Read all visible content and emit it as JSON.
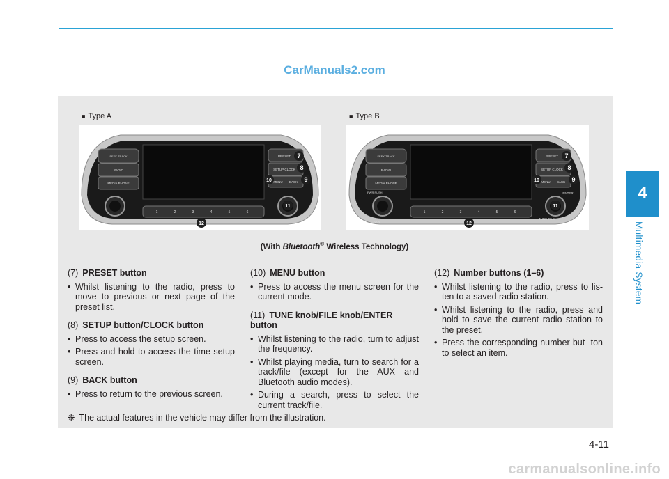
{
  "watermark_top": "CarManuals2.com",
  "watermark_bottom": "carmanualsonline.info",
  "chapter": {
    "number": "4",
    "title": "Multimedia System"
  },
  "figures": {
    "type_a": "Type A",
    "type_b": "Type B",
    "caption_prefix": "(With ",
    "caption_italic": "Bluetooth",
    "caption_reg": "®",
    "caption_suffix": " Wireless Technology)",
    "unit_labels": {
      "seek_track": "SEEK TRACK",
      "radio": "RADIO",
      "media_phone": "MEDIA PHONE",
      "preset": "PRESET",
      "setup": "SETUP CLOCK",
      "menu": "MENU",
      "back": "BACK",
      "pwr": "PWR PUSH",
      "vol": "VOL",
      "enter": "ENTER",
      "tune": "TUNE FILE"
    },
    "number_buttons": [
      "1",
      "2",
      "3",
      "4",
      "5",
      "6"
    ],
    "callouts": [
      "7",
      "8",
      "9",
      "10",
      "11",
      "12"
    ]
  },
  "items": {
    "preset": {
      "num": "(7)",
      "title": "PRESET button",
      "bullets": [
        "Whilst listening to the radio, press to move to previous or next page of the preset list."
      ]
    },
    "setup": {
      "num": "(8)",
      "title": "SETUP button/CLOCK button",
      "bullets": [
        "Press to access the setup screen.",
        "Press and hold to access the time setup screen."
      ]
    },
    "back": {
      "num": "(9)",
      "title": "BACK button",
      "bullets": [
        "Press to return to the previous screen."
      ]
    },
    "menu": {
      "num": "(10)",
      "title": "MENU button",
      "bullets": [
        "Press to access the menu screen for the current mode."
      ]
    },
    "tune": {
      "num": "(11)",
      "title": "TUNE knob/FILE knob/ENTER button",
      "bullets": [
        "Whilst listening to the radio, turn to adjust the frequency.",
        "Whilst playing media, turn to search for a track/file (except for the AUX and Bluetooth audio modes).",
        "During a search, press to select the current track/file."
      ]
    },
    "numbers": {
      "num": "(12)",
      "title": "Number buttons (1–6)",
      "bullets": [
        "Whilst listening to the radio, press to lis- ten to a saved radio station.",
        "Whilst listening to the radio, press and hold to save the current radio station to the preset.",
        "Press the corresponding number but- ton to select an item."
      ]
    }
  },
  "note": {
    "symbol": "❈",
    "text": "The actual features in the vehicle may differ from the illustration."
  },
  "page_number": "4-11"
}
